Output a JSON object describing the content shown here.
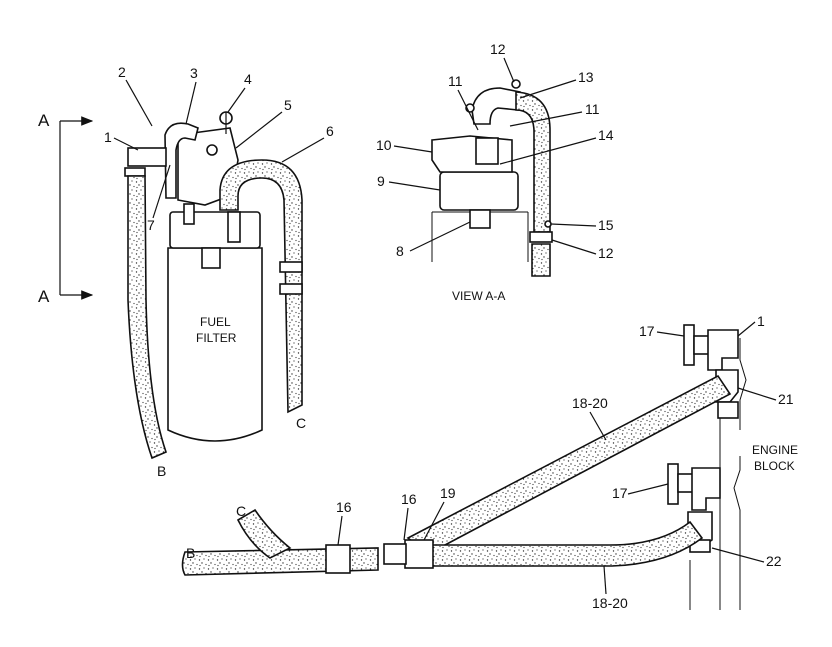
{
  "view_markers": {
    "top": "A",
    "bottom": "A"
  },
  "left_view": {
    "filter_label_line1": "FUEL",
    "filter_label_line2": "FILTER",
    "callouts": [
      "1",
      "2",
      "3",
      "4",
      "5",
      "6",
      "7"
    ],
    "hose_end_b": "B",
    "hose_end_c": "C"
  },
  "section_view": {
    "caption": "VIEW A-A",
    "callouts": [
      "12",
      "13",
      "11",
      "11",
      "10",
      "14",
      "9",
      "8",
      "15",
      "12"
    ]
  },
  "bottom_view": {
    "callouts": [
      "17",
      "1",
      "21",
      "18-20",
      "17",
      "22",
      "16",
      "19",
      "16",
      "18-20"
    ],
    "engine_block_line1": "ENGINE",
    "engine_block_line2": "BLOCK",
    "hose_end_b": "B",
    "hose_end_c": "C"
  }
}
